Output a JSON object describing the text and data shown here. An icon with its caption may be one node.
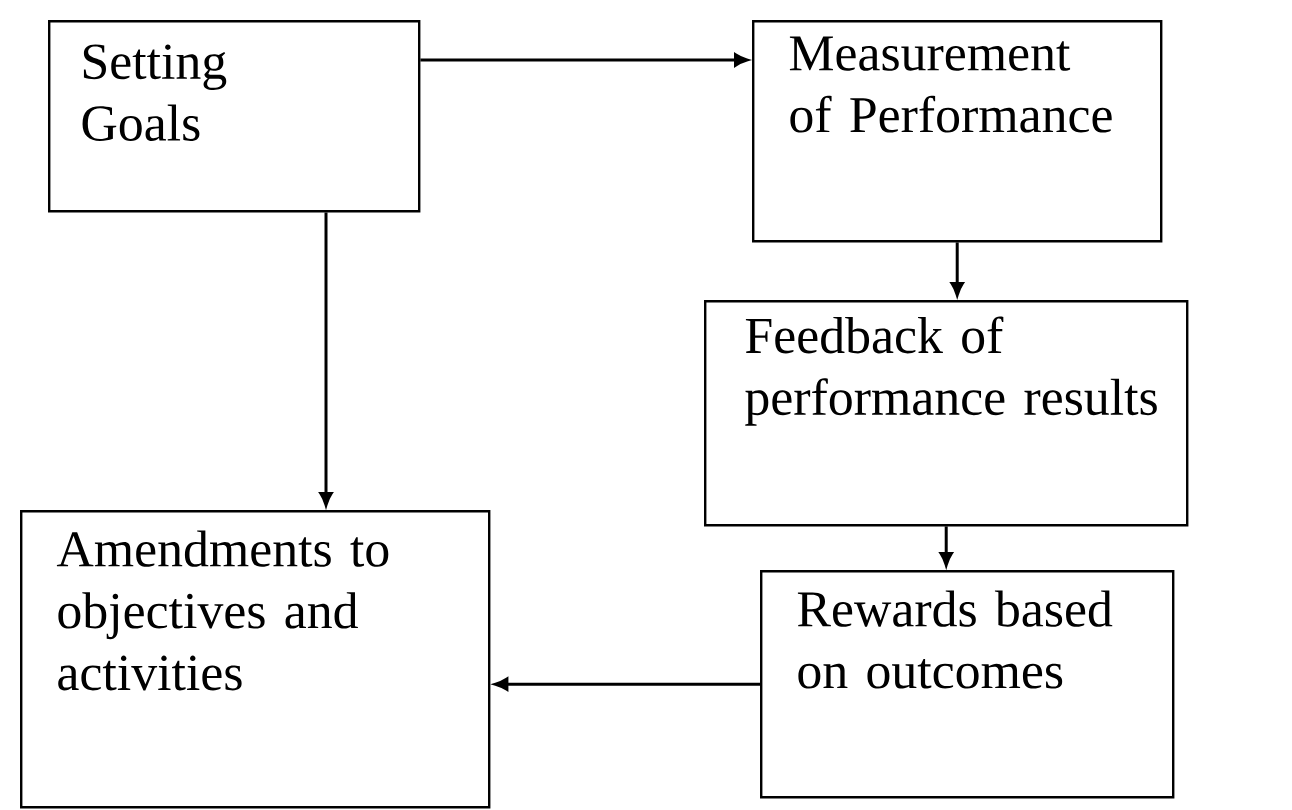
{
  "diagram": {
    "nodes": [
      {
        "text": [
          "Setting Goals"
        ]
      },
      {
        "text": [
          "Measurement of Performance"
        ]
      },
      {
        "text": [
          "Feedback of performance results"
        ]
      },
      {
        "text": [
          "Amendments to objectives and activities"
        ]
      },
      {
        "text": [
          "Rewards based on outcomes"
        ]
      }
    ],
    "edges": [
      {
        "from": 0,
        "to": 1,
        "arrow": "to"
      },
      {
        "from": 1,
        "to": 2,
        "arrow": "to"
      },
      {
        "from": 0,
        "to": 3,
        "arrow": "to"
      },
      {
        "from": 2,
        "to": 4,
        "arrow": "to"
      },
      {
        "from": 4,
        "to": 3,
        "arrow": "to"
      }
    ]
  }
}
